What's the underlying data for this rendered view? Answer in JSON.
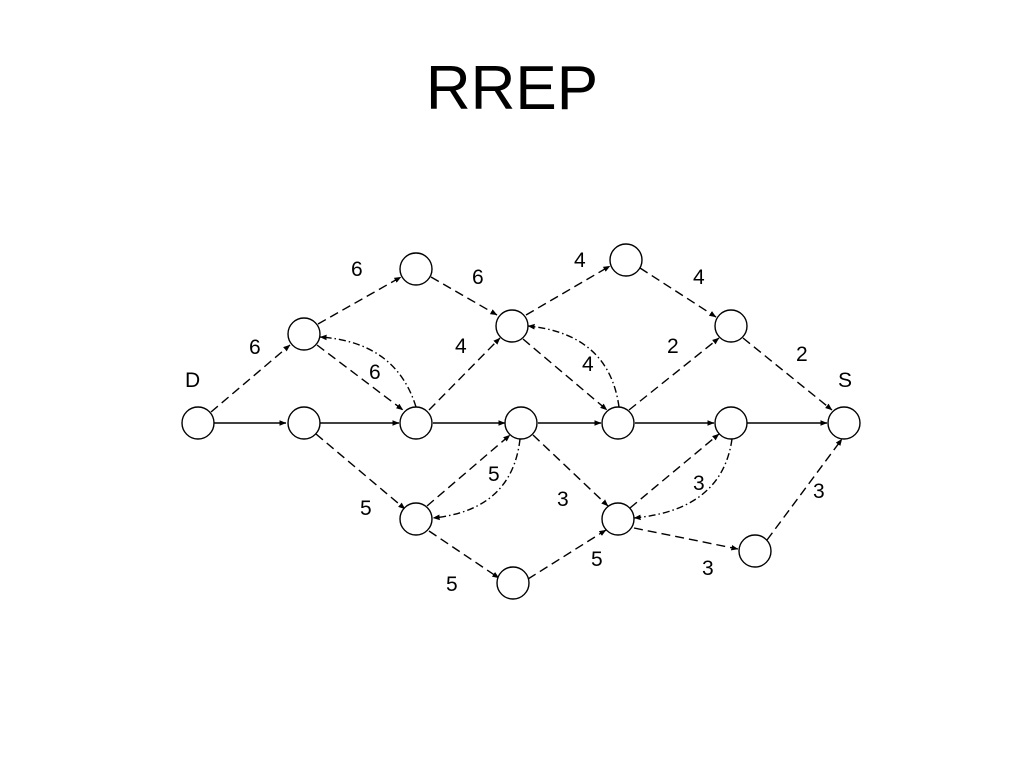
{
  "title": "RREP",
  "labels": {
    "destination": "D",
    "source": "S"
  },
  "edge_weights": {
    "w1": "6",
    "w2": "6",
    "w3": "6",
    "w4": "6",
    "w5": "4",
    "w6": "4",
    "w7": "4",
    "w8": "4",
    "w9": "2",
    "w10": "2",
    "w11": "5",
    "w12": "5",
    "w13": "5",
    "w14": "5",
    "w15": "3",
    "w16": "3",
    "w17": "3",
    "w18": "3"
  },
  "colors": {
    "line": "#000000",
    "node_fill": "#ffffff",
    "background": "#ffffff"
  }
}
